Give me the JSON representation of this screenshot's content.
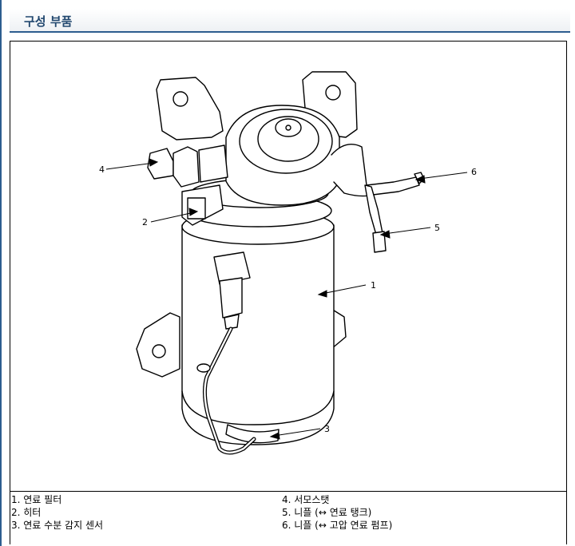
{
  "header": {
    "title": "구성 부품"
  },
  "figure": {
    "callouts": [
      "1",
      "2",
      "3",
      "4",
      "5",
      "6"
    ]
  },
  "legend": {
    "left": [
      "1. 연료 필터",
      "2. 히터",
      "3. 연료 수분 감지 센서"
    ],
    "right": [
      "4. 서모스탯",
      "5. 니플 (↔ 연료 탱크)",
      "6. 니플 (↔ 고압 연료 펌프)"
    ]
  }
}
